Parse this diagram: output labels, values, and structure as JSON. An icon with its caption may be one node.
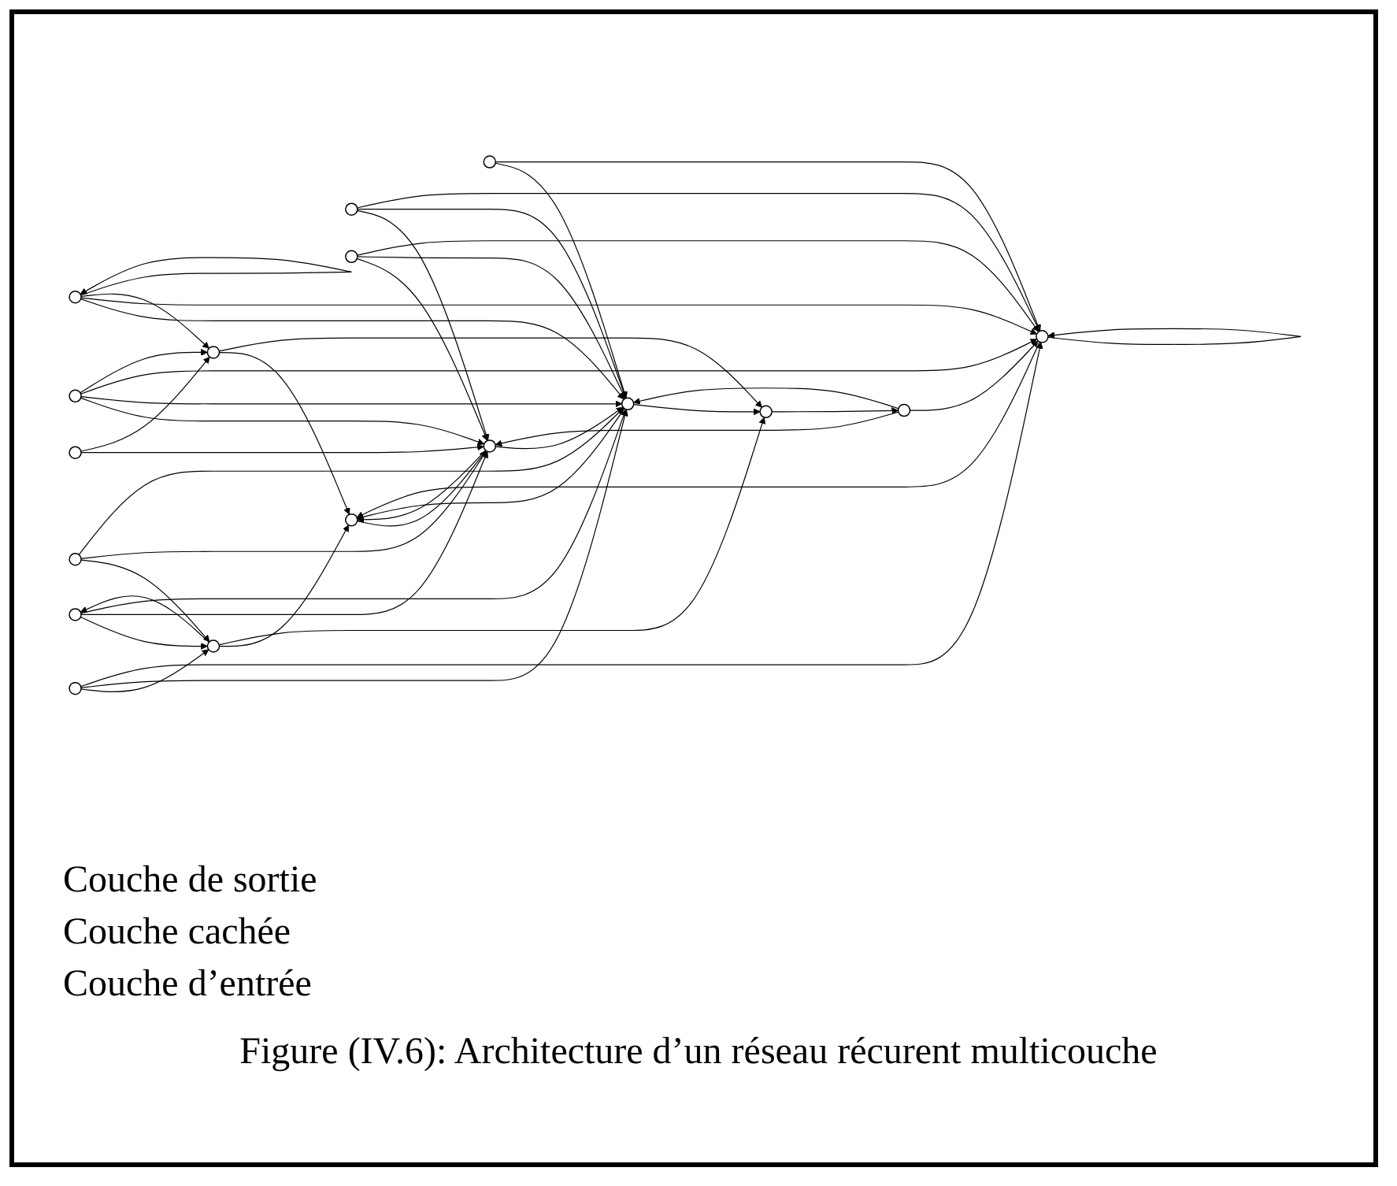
{
  "diagram": {
    "caption": "Figure (IV.6): Architecture d’un réseau récurent multicouche",
    "nodes": [
      {
        "text": [],
        "shape": "circle"
      },
      {
        "text": [],
        "shape": "circle"
      },
      {
        "text": [],
        "shape": "circle"
      },
      {
        "text": [],
        "shape": "circle"
      },
      {
        "text": [],
        "shape": "circle"
      },
      {
        "text": [],
        "shape": "circle"
      },
      {
        "text": [],
        "shape": "circle"
      },
      {
        "text": [],
        "shape": "circle"
      },
      {
        "text": [],
        "shape": "circle"
      },
      {
        "text": [],
        "shape": "circle"
      },
      {
        "text": [],
        "shape": "circle"
      },
      {
        "text": [],
        "shape": "circle"
      },
      {
        "text": [],
        "shape": "circle"
      },
      {
        "text": [],
        "shape": "circle"
      },
      {
        "text": [],
        "shape": "circle"
      },
      {
        "text": [],
        "shape": "circle"
      },
      {
        "text": [],
        "shape": "circle"
      }
    ],
    "edges": [
      {
        "from": 0,
        "to": 10,
        "arrow": "to"
      },
      {
        "from": 0,
        "to": 11,
        "arrow": "to"
      },
      {
        "from": 0,
        "to": 12,
        "arrow": "to"
      },
      {
        "from": 1,
        "to": 10,
        "arrow": "to"
      },
      {
        "from": 1,
        "to": 11,
        "arrow": "to"
      },
      {
        "from": 1,
        "to": 12,
        "arrow": "to"
      },
      {
        "from": 2,
        "to": 10,
        "arrow": "to"
      },
      {
        "from": 2,
        "to": 12,
        "arrow": "to"
      },
      {
        "from": 2,
        "to": 13,
        "arrow": "to"
      },
      {
        "from": 3,
        "to": 11,
        "arrow": "to"
      },
      {
        "from": 3,
        "to": 12,
        "arrow": "to"
      },
      {
        "from": 3,
        "to": 13,
        "arrow": "to"
      },
      {
        "from": 4,
        "to": 11,
        "arrow": "to"
      },
      {
        "from": 4,
        "to": 12,
        "arrow": "to"
      },
      {
        "from": 4,
        "to": 13,
        "arrow": "to"
      },
      {
        "from": 5,
        "to": 11,
        "arrow": "to"
      },
      {
        "from": 5,
        "to": 12,
        "arrow": "to"
      },
      {
        "from": 5,
        "to": 13,
        "arrow": "to"
      },
      {
        "from": 6,
        "to": 12,
        "arrow": "to"
      },
      {
        "from": 6,
        "to": 13,
        "arrow": "to"
      },
      {
        "from": 7,
        "to": 11,
        "arrow": "to"
      },
      {
        "from": 7,
        "to": 14,
        "arrow": "to"
      },
      {
        "from": 8,
        "to": 12,
        "arrow": "to"
      },
      {
        "from": 8,
        "to": 13,
        "arrow": "to"
      },
      {
        "from": 8,
        "to": 14,
        "arrow": "to"
      },
      {
        "from": 9,
        "to": 11,
        "arrow": "to"
      },
      {
        "from": 9,
        "to": 12,
        "arrow": "to"
      },
      {
        "from": 9,
        "to": 13,
        "arrow": "to"
      },
      {
        "from": 9,
        "to": 14,
        "arrow": "to"
      },
      {
        "from": 10,
        "to": 15,
        "arrow": "to"
      },
      {
        "from": 10,
        "to": 16,
        "arrow": "to"
      },
      {
        "from": 11,
        "to": 15,
        "arrow": "to"
      },
      {
        "from": 12,
        "to": 15,
        "arrow": "to"
      },
      {
        "from": 12,
        "to": 16,
        "arrow": "to"
      },
      {
        "from": 13,
        "to": 15,
        "arrow": "to"
      },
      {
        "from": 14,
        "to": 15,
        "arrow": "to"
      },
      {
        "from": 14,
        "to": 16,
        "arrow": "to"
      },
      {
        "from": 10,
        "to": 0,
        "arrow": "to"
      },
      {
        "from": 15,
        "to": 11,
        "arrow": "to"
      },
      {
        "from": 16,
        "to": 4,
        "arrow": "to"
      },
      {
        "from": 11,
        "to": 12,
        "arrow": "to"
      },
      {
        "from": 13,
        "to": 13,
        "arrow": "to"
      },
      {
        "from": 8,
        "to": 8,
        "arrow": "to"
      }
    ],
    "labels": [
      "Couche de sortie",
      "Couche cachée",
      "Couche d’entrée"
    ]
  }
}
